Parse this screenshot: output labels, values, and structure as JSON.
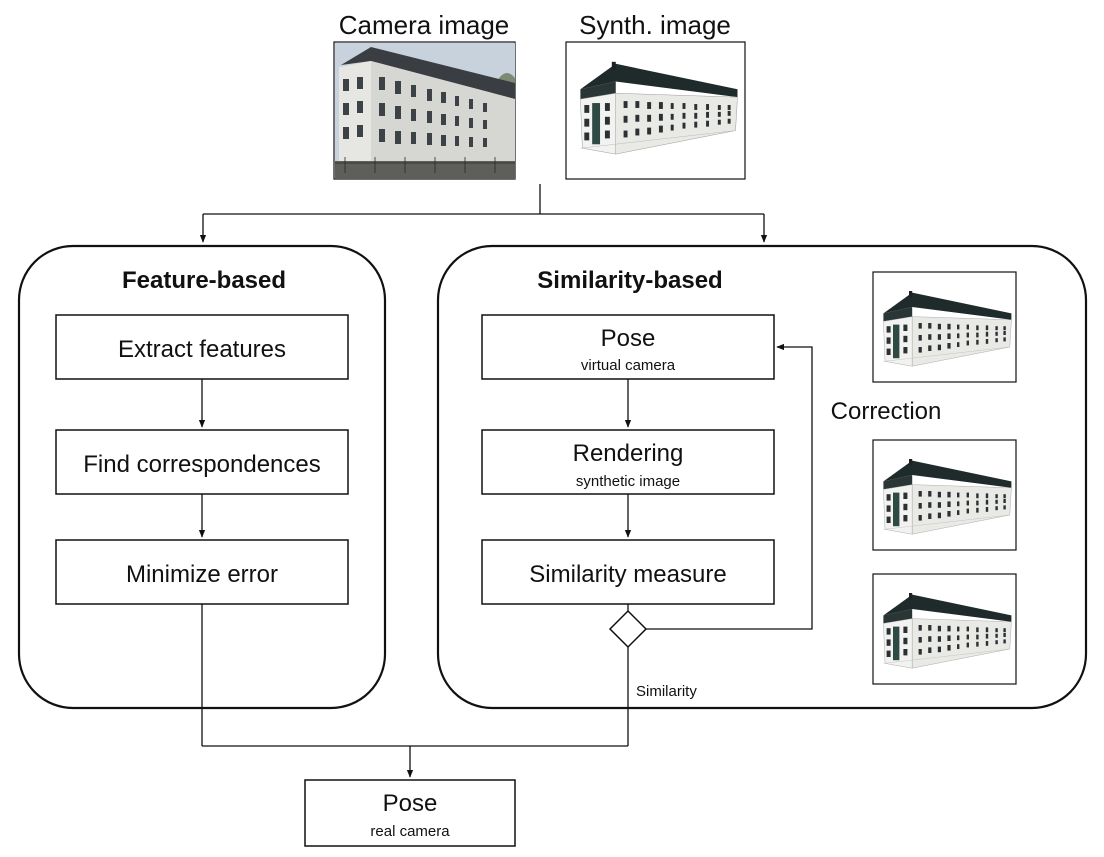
{
  "inputs": {
    "camera_image_label": "Camera image",
    "synth_image_label": "Synth. image"
  },
  "feature_based": {
    "title": "Feature-based",
    "steps": [
      "Extract features",
      "Find correspondences",
      "Minimize error"
    ]
  },
  "similarity_based": {
    "title": "Similarity-based",
    "pose_main": "Pose",
    "pose_sub": "virtual camera",
    "rendering_main": "Rendering",
    "rendering_sub": "synthetic image",
    "measure": "Similarity measure",
    "correction_label": "Correction",
    "similarity_label": "Similarity"
  },
  "output": {
    "main": "Pose",
    "sub": "real camera"
  },
  "colors": {
    "roof": "#1f2a2a",
    "facade": "#f0f0ee",
    "window": "#2b3032",
    "sky": "#c8d2dc",
    "ground": "#5e5e5a"
  }
}
